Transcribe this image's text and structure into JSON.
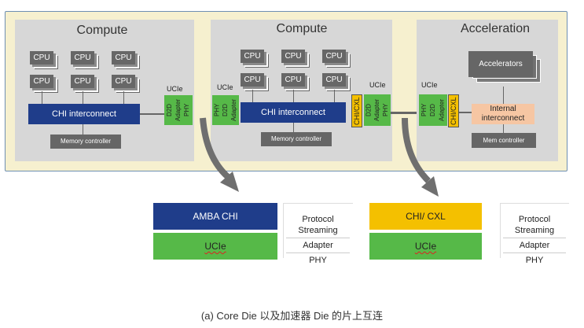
{
  "dies": {
    "compute1": {
      "title": "Compute",
      "cpu_label": "CPU",
      "interconnect": "CHI interconnect",
      "memory": "Memory controller",
      "ucie": "UCIe",
      "phy_stack": [
        "D2D",
        "Adapter",
        "PHY"
      ]
    },
    "compute2": {
      "title": "Compute",
      "cpu_label": "CPU",
      "interconnect": "CHI interconnect",
      "memory": "Memory controller",
      "ucie_left": "UCIe",
      "ucie_right": "UCIe",
      "phy_stack_left": [
        "PHY",
        "D2D",
        "Adapter"
      ],
      "chi_cxl": "CHI/CXL",
      "phy_stack_right": [
        "D2D",
        "Adapter",
        "PHY"
      ]
    },
    "acceleration": {
      "title": "Acceleration",
      "accelerators": "Accelerators",
      "internal": "Internal interconnect",
      "memory": "Mem controller",
      "ucie": "UCIe",
      "phy_stack": [
        "PHY",
        "D2D",
        "Adapter"
      ],
      "chi_cxl": "CHI/CXL"
    }
  },
  "legend_left": {
    "top": "AMBA CHI",
    "bottom": "UCIe",
    "stack": [
      "Protocol",
      "Streaming",
      "Adapter",
      "PHY"
    ]
  },
  "legend_right": {
    "top": "CHI/ CXL",
    "bottom": "UCIe",
    "stack": [
      "Protocol",
      "Streaming",
      "Adapter",
      "PHY"
    ]
  },
  "caption": "(a) Core Die 以及加速器 Die 的片上互连",
  "colors": {
    "chi_blue": "#1f3d8a",
    "ucie_green": "#56b948",
    "cxl_yellow": "#f4c000",
    "frame_bg": "#f6f0cf",
    "die_gray": "#d7d7d7",
    "internal_peach": "#f6c6a3"
  }
}
